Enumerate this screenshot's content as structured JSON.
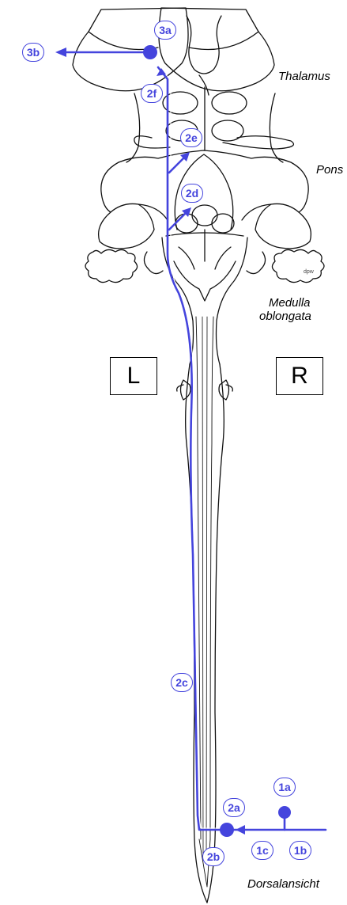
{
  "regions": {
    "thalamus": "Thalamus",
    "pons": "Pons",
    "medulla_line1": "Medulla",
    "medulla_line2": "oblongata",
    "view": "Dorsalansicht",
    "artist": "dpw"
  },
  "sides": {
    "left": "L",
    "right": "R"
  },
  "markers": {
    "m3a": "3a",
    "m3b": "3b",
    "m2f": "2f",
    "m2e": "2e",
    "m2d": "2d",
    "m2c": "2c",
    "m2a": "2a",
    "m2b": "2b",
    "m1a": "1a",
    "m1b": "1b",
    "m1c": "1c"
  },
  "colors": {
    "pathway": "#4444dd",
    "outline": "#111111"
  }
}
